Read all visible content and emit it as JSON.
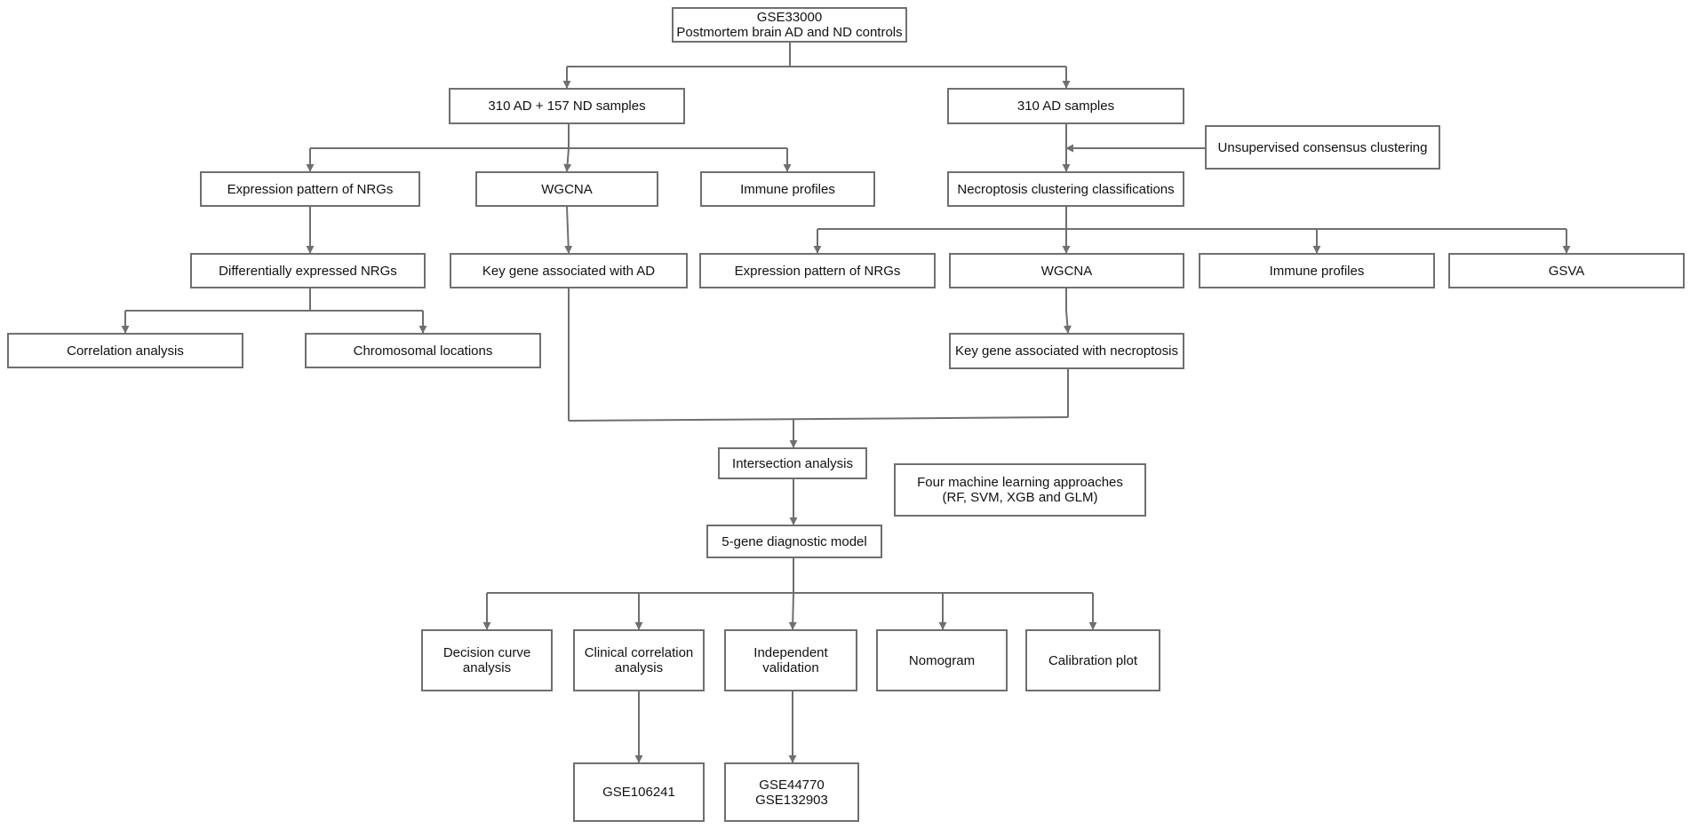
{
  "nodes": {
    "root": [
      "GSE33000",
      "Postmortem brain AD and ND controls"
    ],
    "ad_nd_samples": [
      "310 AD + 157 ND samples"
    ],
    "ad_samples": [
      "310 AD samples"
    ],
    "consensus_clustering": [
      "Unsupervised consensus clustering"
    ],
    "expr_nrgs_left": [
      "Expression pattern of NRGs"
    ],
    "wgcna_left": [
      "WGCNA"
    ],
    "immune_left": [
      "Immune profiles"
    ],
    "necroptosis_clusters": [
      "Necroptosis clustering classifications"
    ],
    "diff_nrgs": [
      "Differentially expressed NRGs"
    ],
    "key_gene_ad": [
      "Key gene associated with AD"
    ],
    "expr_nrgs_right": [
      "Expression pattern of NRGs"
    ],
    "wgcna_right": [
      "WGCNA"
    ],
    "immune_right": [
      "Immune profiles"
    ],
    "gsva": [
      "GSVA"
    ],
    "correlation": [
      "Correlation analysis"
    ],
    "chromosomal": [
      "Chromosomal locations"
    ],
    "key_gene_necro": [
      "Key gene associated with necroptosis"
    ],
    "intersection": [
      "Intersection analysis"
    ],
    "ml_approaches": [
      "Four machine learning approaches",
      "(RF, SVM, XGB and GLM)"
    ],
    "diag_model": [
      "5-gene diagnostic model"
    ],
    "decision_curve": [
      "Decision curve",
      "analysis"
    ],
    "clinical_corr": [
      "Clinical correlation",
      "analysis"
    ],
    "indep_validation": [
      "Independent",
      "validation"
    ],
    "nomogram": [
      "Nomogram"
    ],
    "calibration": [
      "Calibration plot"
    ],
    "gse106241": [
      "GSE106241"
    ],
    "gse_validation": [
      "GSE44770",
      "GSE132903"
    ]
  },
  "colors": {
    "line": "#6f6f6f",
    "box_border": "#6f6f6f",
    "text": "#111111"
  }
}
